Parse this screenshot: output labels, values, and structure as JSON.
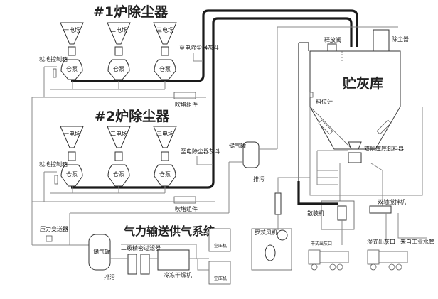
{
  "title": "气力输送除灰系统流程图",
  "boiler1": {
    "title": "#1炉除尘器",
    "hoppers": [
      "一电场",
      "二电场",
      "三电场"
    ],
    "pump_label": "仓泵",
    "local_control": "就地控制箱",
    "to_hopper": "至电除尘器灰斗",
    "blowing": "吹堵组件"
  },
  "boiler2": {
    "title": "#2炉除尘器",
    "hoppers": [
      "一电场",
      "二电场",
      "三电场"
    ],
    "pump_label": "仓泵",
    "local_control": "就地控制箱",
    "to_hopper": "至电除尘器灰斗",
    "blowing": "吹堵组件"
  },
  "silo": {
    "title": "贮灰库",
    "release_valve": "释放阀",
    "dust_collector": "除尘器",
    "level_meter": "料位计",
    "unloader": "双侧库底卸料器",
    "mixer": "双轴搅拌机",
    "bulk_loader": "散装机",
    "roots_blower": "罗茨风机",
    "dry_outlet": "干式出灰口",
    "wet_outlet": "湿式出灰口",
    "water_source": "来自工业水管"
  },
  "gas_supply": {
    "title": "气力输送供气系统",
    "pressure_transmitter": "压力变送器",
    "air_tank": "储气罐",
    "drain": "排污",
    "filter": "二级精密过滤器",
    "dryer": "冷冻干燥机",
    "compressor": "空压机"
  },
  "side_tank": {
    "label": "储气罐",
    "drain": "排污"
  }
}
